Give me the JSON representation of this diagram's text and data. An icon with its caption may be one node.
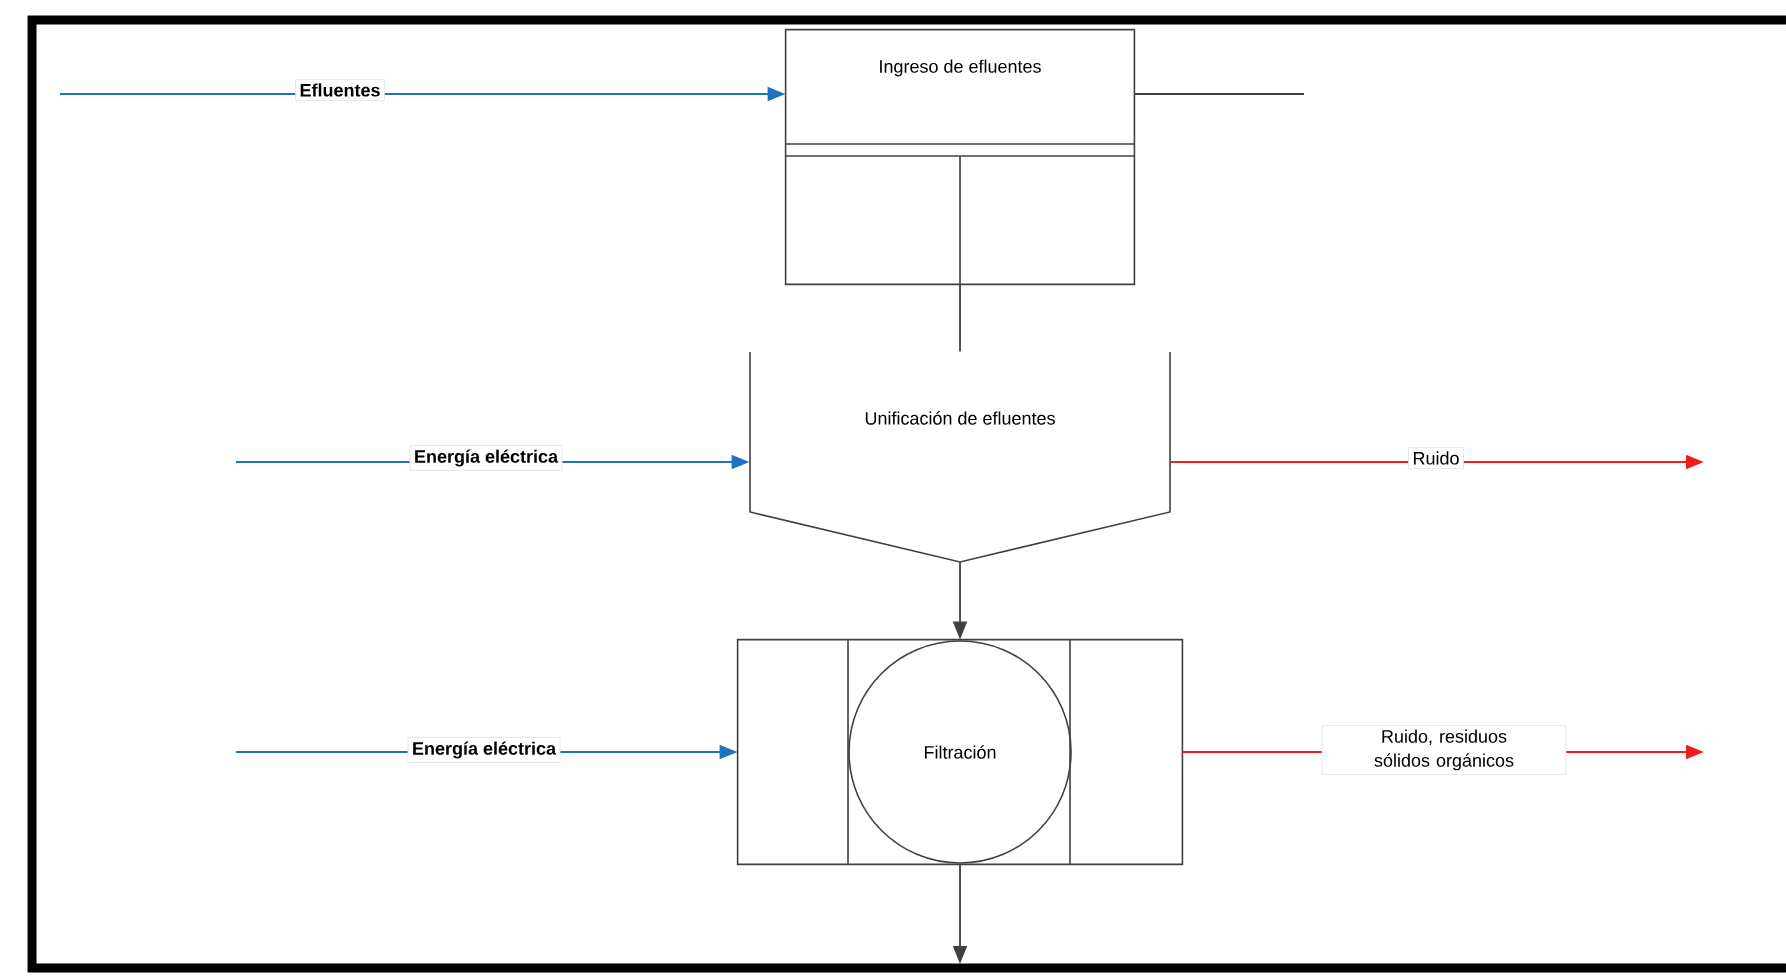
{
  "diagram": {
    "nodes": [
      {
        "text": [
          "Ingreso de efluentes"
        ]
      },
      {
        "text": [
          "Unificación de efluentes"
        ]
      },
      {
        "text": [
          "Filtración"
        ]
      }
    ],
    "edges": [
      {
        "from": null,
        "to": 0,
        "arrow": "to",
        "label": "Efluentes",
        "color": "#1f72c0"
      },
      {
        "from": 0,
        "to": null,
        "arrow": "none"
      },
      {
        "from": 0,
        "to": 1,
        "arrow": "none"
      },
      {
        "from": null,
        "to": 1,
        "arrow": "to",
        "label": "Energía eléctrica",
        "color": "#1f72c0"
      },
      {
        "from": 1,
        "to": null,
        "arrow": "to",
        "label": "Ruido",
        "color": "#ee1c1c"
      },
      {
        "from": 1,
        "to": 2,
        "arrow": "to"
      },
      {
        "from": null,
        "to": 2,
        "arrow": "to",
        "label": "Energía eléctrica",
        "color": "#1f72c0"
      },
      {
        "from": 2,
        "to": null,
        "arrow": "to",
        "label": "Ruido, residuos sólidos orgánicos",
        "color": "#ee1c1c"
      },
      {
        "from": 2,
        "to": null,
        "arrow": "to"
      }
    ]
  }
}
